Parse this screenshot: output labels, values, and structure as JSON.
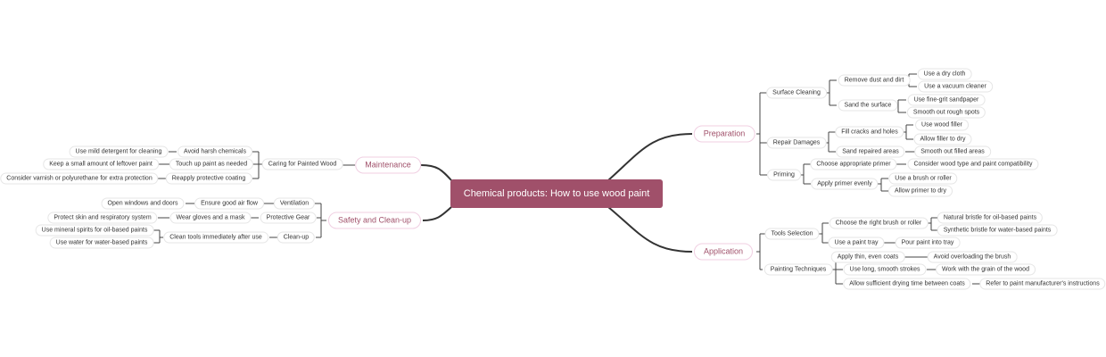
{
  "root": "Chemical products: How to use wood paint",
  "branches": {
    "preparation": {
      "label": "Preparation",
      "surface_cleaning": {
        "label": "Surface Cleaning",
        "remove_dust": {
          "label": "Remove dust and dirt",
          "items": [
            "Use a dry cloth",
            "Use a vacuum cleaner"
          ]
        },
        "sand_surface": {
          "label": "Sand the surface",
          "items": [
            "Use fine-grit sandpaper",
            "Smooth out rough spots"
          ]
        }
      },
      "repair_damages": {
        "label": "Repair Damages",
        "fill_cracks": {
          "label": "Fill cracks and holes",
          "items": [
            "Use wood filler",
            "Allow filler to dry"
          ]
        },
        "sand_repaired": {
          "label": "Sand repaired areas",
          "items": [
            "Smooth out filled areas"
          ]
        }
      },
      "priming": {
        "label": "Priming",
        "choose_primer": {
          "label": "Choose appropriate primer",
          "items": [
            "Consider wood type and paint compatibility"
          ]
        },
        "apply_primer": {
          "label": "Apply primer evenly",
          "items": [
            "Use a brush or roller",
            "Allow primer to dry"
          ]
        }
      }
    },
    "application": {
      "label": "Application",
      "tools_selection": {
        "label": "Tools Selection",
        "choose_brush": {
          "label": "Choose the right brush or roller",
          "items": [
            "Natural bristle for oil-based paints",
            "Synthetic bristle for water-based paints"
          ]
        },
        "paint_tray": {
          "label": "Use a paint tray",
          "items": [
            "Pour paint into tray"
          ]
        }
      },
      "painting_techniques": {
        "label": "Painting Techniques",
        "thin_coats": {
          "label": "Apply thin, even coats",
          "items": [
            "Avoid overloading the brush"
          ]
        },
        "smooth_strokes": {
          "label": "Use long, smooth strokes",
          "items": [
            "Work with the grain of the wood"
          ]
        },
        "drying_time": {
          "label": "Allow sufficient drying time between coats",
          "items": [
            "Refer to paint manufacturer's instructions"
          ]
        }
      }
    },
    "maintenance": {
      "label": "Maintenance",
      "caring": {
        "label": "Caring for Painted Wood",
        "avoid_harsh": {
          "label": "Avoid harsh chemicals",
          "items": [
            "Use mild detergent for cleaning"
          ]
        },
        "touch_up": {
          "label": "Touch up paint as needed",
          "items": [
            "Keep a small amount of leftover paint"
          ]
        },
        "reapply": {
          "label": "Reapply protective coating",
          "items": [
            "Consider varnish or polyurethane for extra protection"
          ]
        }
      }
    },
    "safety": {
      "label": "Safety and Clean-up",
      "ventilation": {
        "label": "Ventilation",
        "air_flow": {
          "label": "Ensure good air flow",
          "items": [
            "Open windows and doors"
          ]
        }
      },
      "protective_gear": {
        "label": "Protective Gear",
        "gloves_mask": {
          "label": "Wear gloves and a mask",
          "items": [
            "Protect skin and respiratory system"
          ]
        }
      },
      "clean_up": {
        "label": "Clean-up",
        "clean_tools": {
          "label": "Clean tools immediately after use",
          "items": [
            "Use mineral spirits for oil-based paints",
            "Use water for water-based paints"
          ]
        }
      }
    }
  }
}
